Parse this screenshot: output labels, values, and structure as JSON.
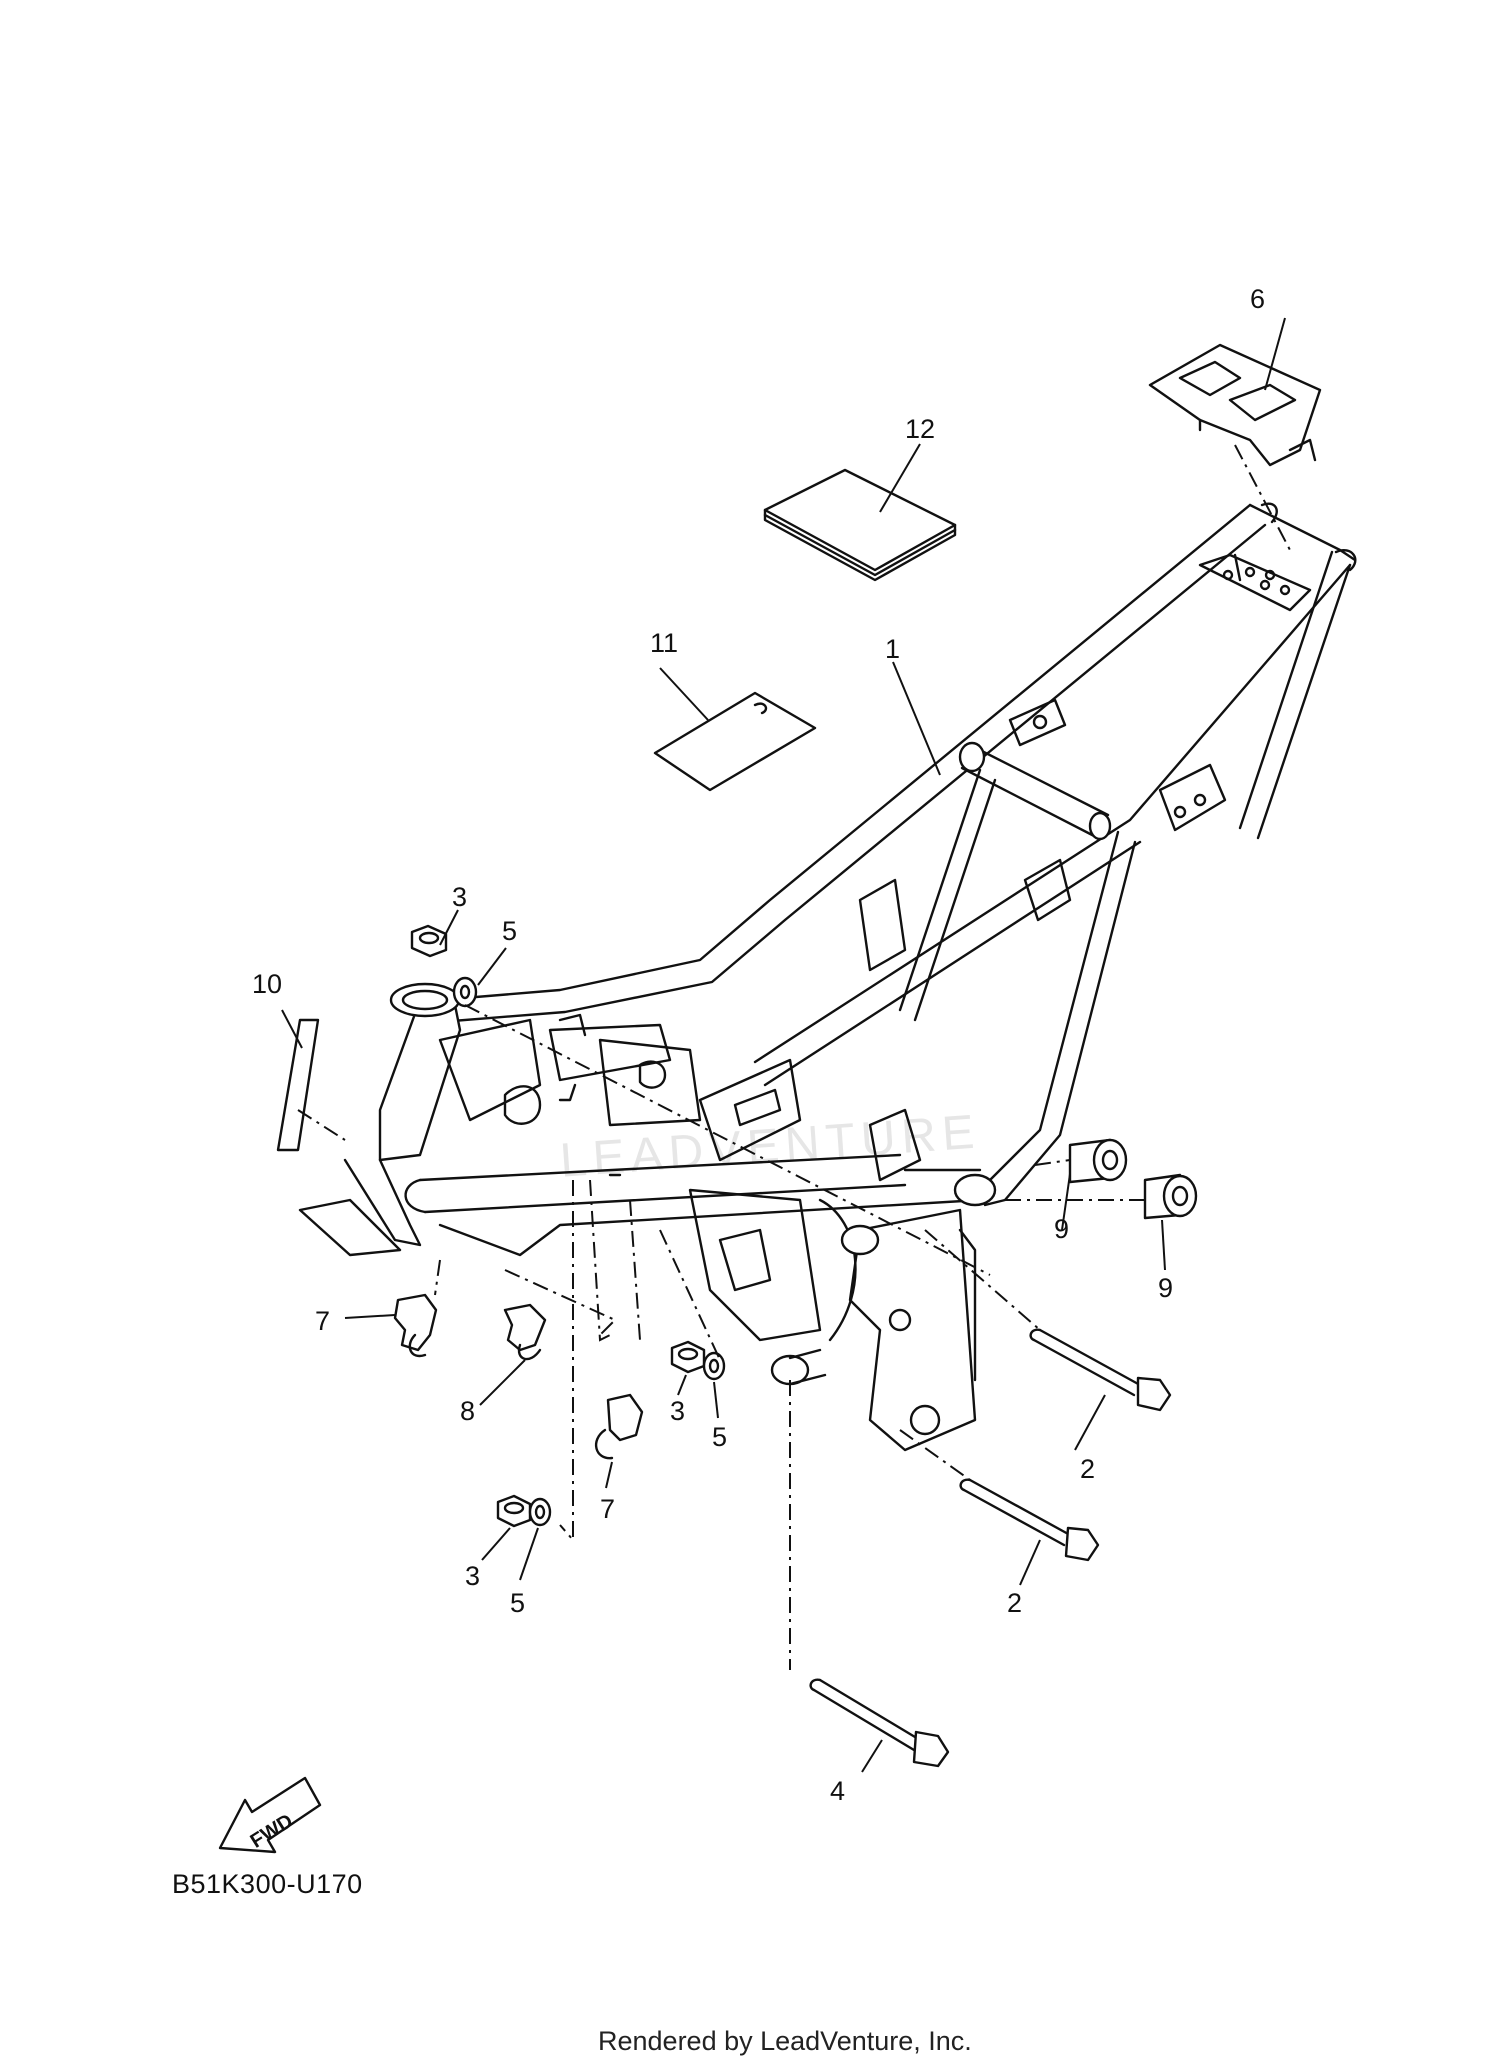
{
  "diagram": {
    "code": "B51K300-U170",
    "footer": "Rendered by LeadVenture, Inc.",
    "fwd_label": "FWD",
    "watermark": "LEADVENTURE",
    "callouts": {
      "c1": "1",
      "c2a": "2",
      "c2b": "2",
      "c3a": "3",
      "c3b": "3",
      "c3c": "3",
      "c4": "4",
      "c5a": "5",
      "c5b": "5",
      "c5c": "5",
      "c6": "6",
      "c7a": "7",
      "c7b": "7",
      "c8": "8",
      "c9a": "9",
      "c9b": "9",
      "c10": "10",
      "c11": "11",
      "c12": "12"
    }
  }
}
